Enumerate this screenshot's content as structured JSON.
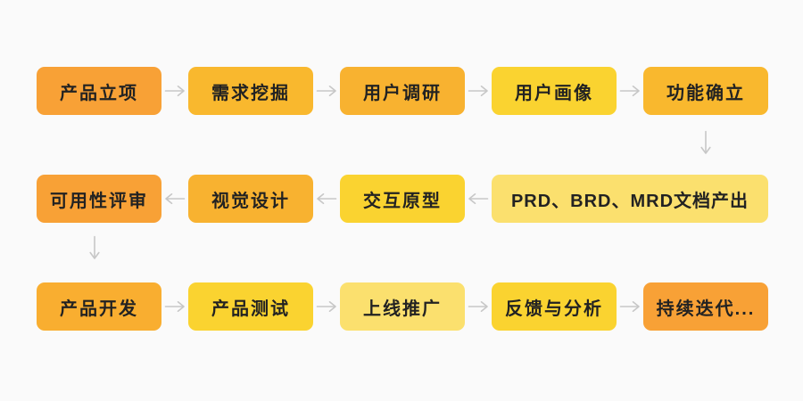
{
  "page": {
    "background": "#fafafa",
    "arrow_color": "#c7c7c7",
    "text_color": "#222222"
  },
  "flow": {
    "row1": [
      {
        "label": "产品立项",
        "color": "#f8a136"
      },
      {
        "label": "需求挖掘",
        "color": "#f9b82e"
      },
      {
        "label": "用户调研",
        "color": "#f8b230"
      },
      {
        "label": "用户画像",
        "color": "#fad330"
      },
      {
        "label": "功能确立",
        "color": "#f9b82e"
      }
    ],
    "row2": [
      {
        "label": "可用性评审",
        "color": "#f8a136"
      },
      {
        "label": "视觉设计",
        "color": "#f8b230"
      },
      {
        "label": "交互原型",
        "color": "#fad330"
      },
      {
        "label": "PRD、BRD、MRD文档产出",
        "color": "#fbe06e"
      }
    ],
    "row3": [
      {
        "label": "产品开发",
        "color": "#f9ae30"
      },
      {
        "label": "产品测试",
        "color": "#fad330"
      },
      {
        "label": "上线推广",
        "color": "#fbe06e"
      },
      {
        "label": "反馈与分析",
        "color": "#fad330"
      },
      {
        "label": "持续迭代...",
        "color": "#f8a136"
      }
    ]
  }
}
